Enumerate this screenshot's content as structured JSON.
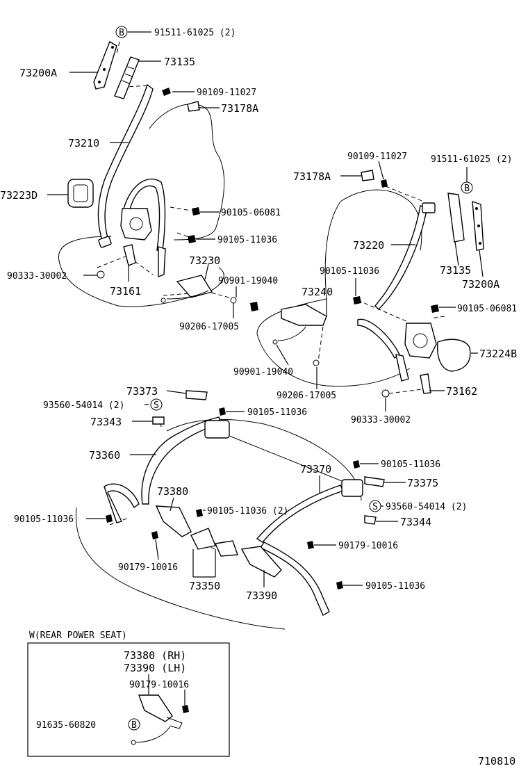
{
  "labels": {
    "p91511_top": "91511-61025 (2)",
    "p73135_top": "73135",
    "p73200A_top": "73200A",
    "p90109_left": "90109-11027",
    "p73178A_left": "73178A",
    "p73210": "73210",
    "p73223D": "73223D",
    "p90105_06081_left": "90105-06081",
    "p90105_11036_left": "90105-11036",
    "p90333_left": "90333-30002",
    "p73161": "73161",
    "p73230": "73230",
    "p90901_top": "90901-19040",
    "p90206_left": "90206-17005",
    "p90109_right": "90109-11027",
    "p91511_right": "91511-61025 (2)",
    "p73178A_right": "73178A",
    "p73220": "73220",
    "p73135_right": "73135",
    "p73200A_right": "73200A",
    "p90105_11036_mid": "90105-11036",
    "p73240": "73240",
    "p90105_06081_right": "90105-06081",
    "p73224B": "73224B",
    "p90901_bottom": "90901-19040",
    "p90206_right": "90206-17005",
    "p73162": "73162",
    "p90333_right": "90333-30002",
    "p73373": "73373",
    "p93560_left": "93560-54014 (2)",
    "p73343": "73343",
    "p90105_11036_c": "90105-11036",
    "p73360": "73360",
    "p73370": "73370",
    "p90105_11036_r1": "90105-11036",
    "p73375": "73375",
    "p73380": "73380",
    "p90105_11036_2": "90105-11036 (2)",
    "p93560_right": "93560-54014 (2)",
    "p90105_11036_l": "90105-11036",
    "p73344": "73344",
    "p90179_right": "90179-10016",
    "p90179_left": "90179-10016",
    "p73350": "73350",
    "p73390": "73390",
    "p90105_11036_r2": "90105-11036",
    "inset_title": "W(REAR POWER SEAT)",
    "inset_73380": "73380 (RH)",
    "inset_73390": "73390 (LH)",
    "inset_90179": "90179-10016",
    "inset_91635": "91635-60820",
    "diagram_no": "710810"
  },
  "symbols": {
    "b": "B",
    "s": "S"
  }
}
